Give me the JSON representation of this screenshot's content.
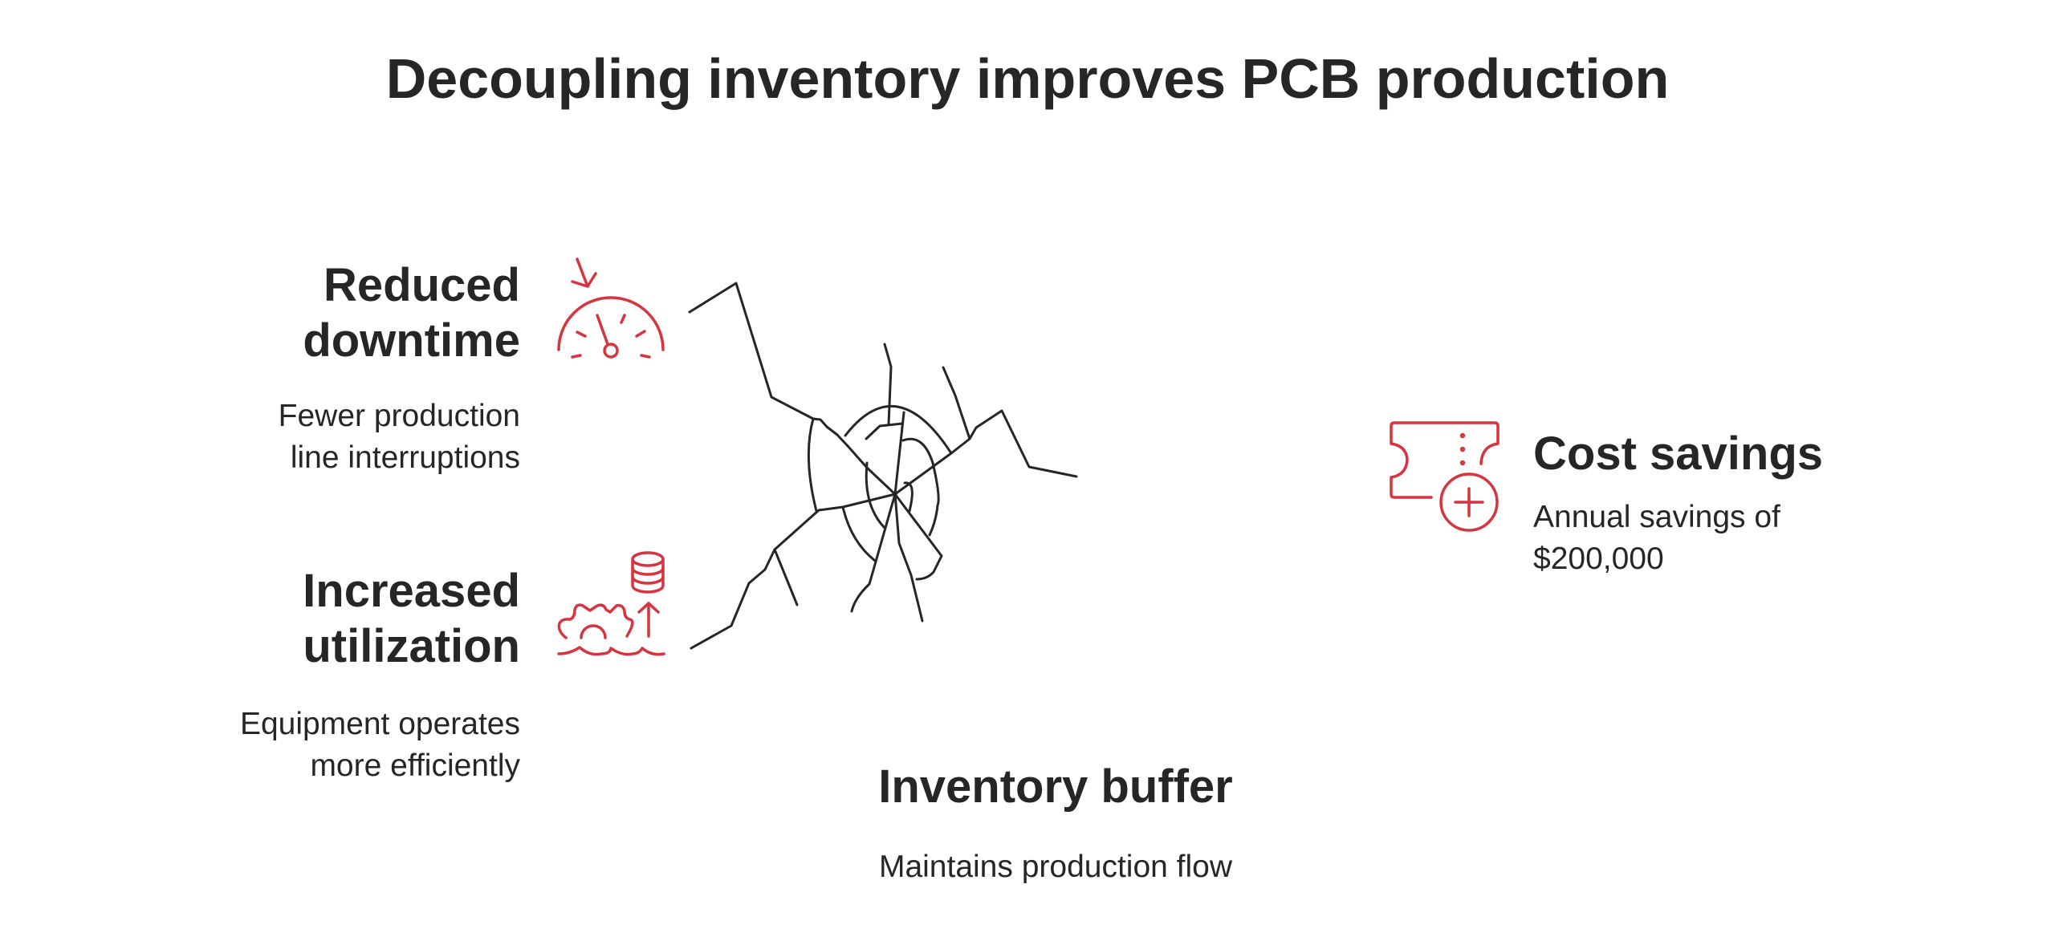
{
  "title": "Decoupling inventory improves PCB production",
  "center": {
    "heading": "Inventory buffer",
    "description": "Maintains production flow"
  },
  "benefits": [
    {
      "heading_line1": "Reduced",
      "heading_line2": "downtime",
      "description_line1": "Fewer production",
      "description_line2": "line interruptions",
      "icon": "speedometer-icon"
    },
    {
      "heading_line1": "Increased",
      "heading_line2": "utilization",
      "description_line1": "Equipment operates",
      "description_line2": "more efficiently",
      "icon": "gear-database-up-icon"
    },
    {
      "heading": "Cost savings",
      "description_line1": "Annual savings of",
      "description_line2": "$200,000",
      "icon": "ticket-plus-icon"
    }
  ],
  "colors": {
    "accent": "#d6343f",
    "text": "#262626"
  }
}
